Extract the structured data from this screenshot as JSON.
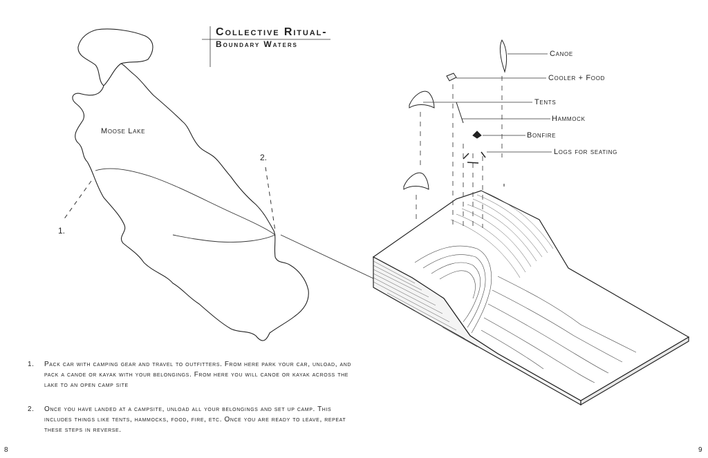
{
  "title": {
    "line1": "Collective Ritual-",
    "line2": "Boundary Waters"
  },
  "map": {
    "lake_label": "Moose Lake",
    "marker_1": "1.",
    "marker_2": "2."
  },
  "exploded_items": [
    {
      "key": "canoe",
      "label": "Canoe"
    },
    {
      "key": "cooler",
      "label": "Cooler + Food"
    },
    {
      "key": "tents",
      "label": "Tents"
    },
    {
      "key": "hammock",
      "label": "Hammock"
    },
    {
      "key": "bonfire",
      "label": "Bonfire"
    },
    {
      "key": "logs",
      "label": "Logs for seating"
    }
  ],
  "notes": [
    {
      "num": "1.",
      "text": "Pack car with camping gear and travel to outfitters. From here park your car, unload, and pack a canoe or kayak with your belongings. From here you will canoe or kayak across the lake to an open camp site"
    },
    {
      "num": "2.",
      "text": "Once you have landed at a campsite, unload all your belongings and set up camp. This includes things like tents, hammocks, food, fire, etc. Once you are ready to leave, repeat these steps in reverse."
    }
  ],
  "page_numbers": {
    "left": "8",
    "right": "9"
  }
}
